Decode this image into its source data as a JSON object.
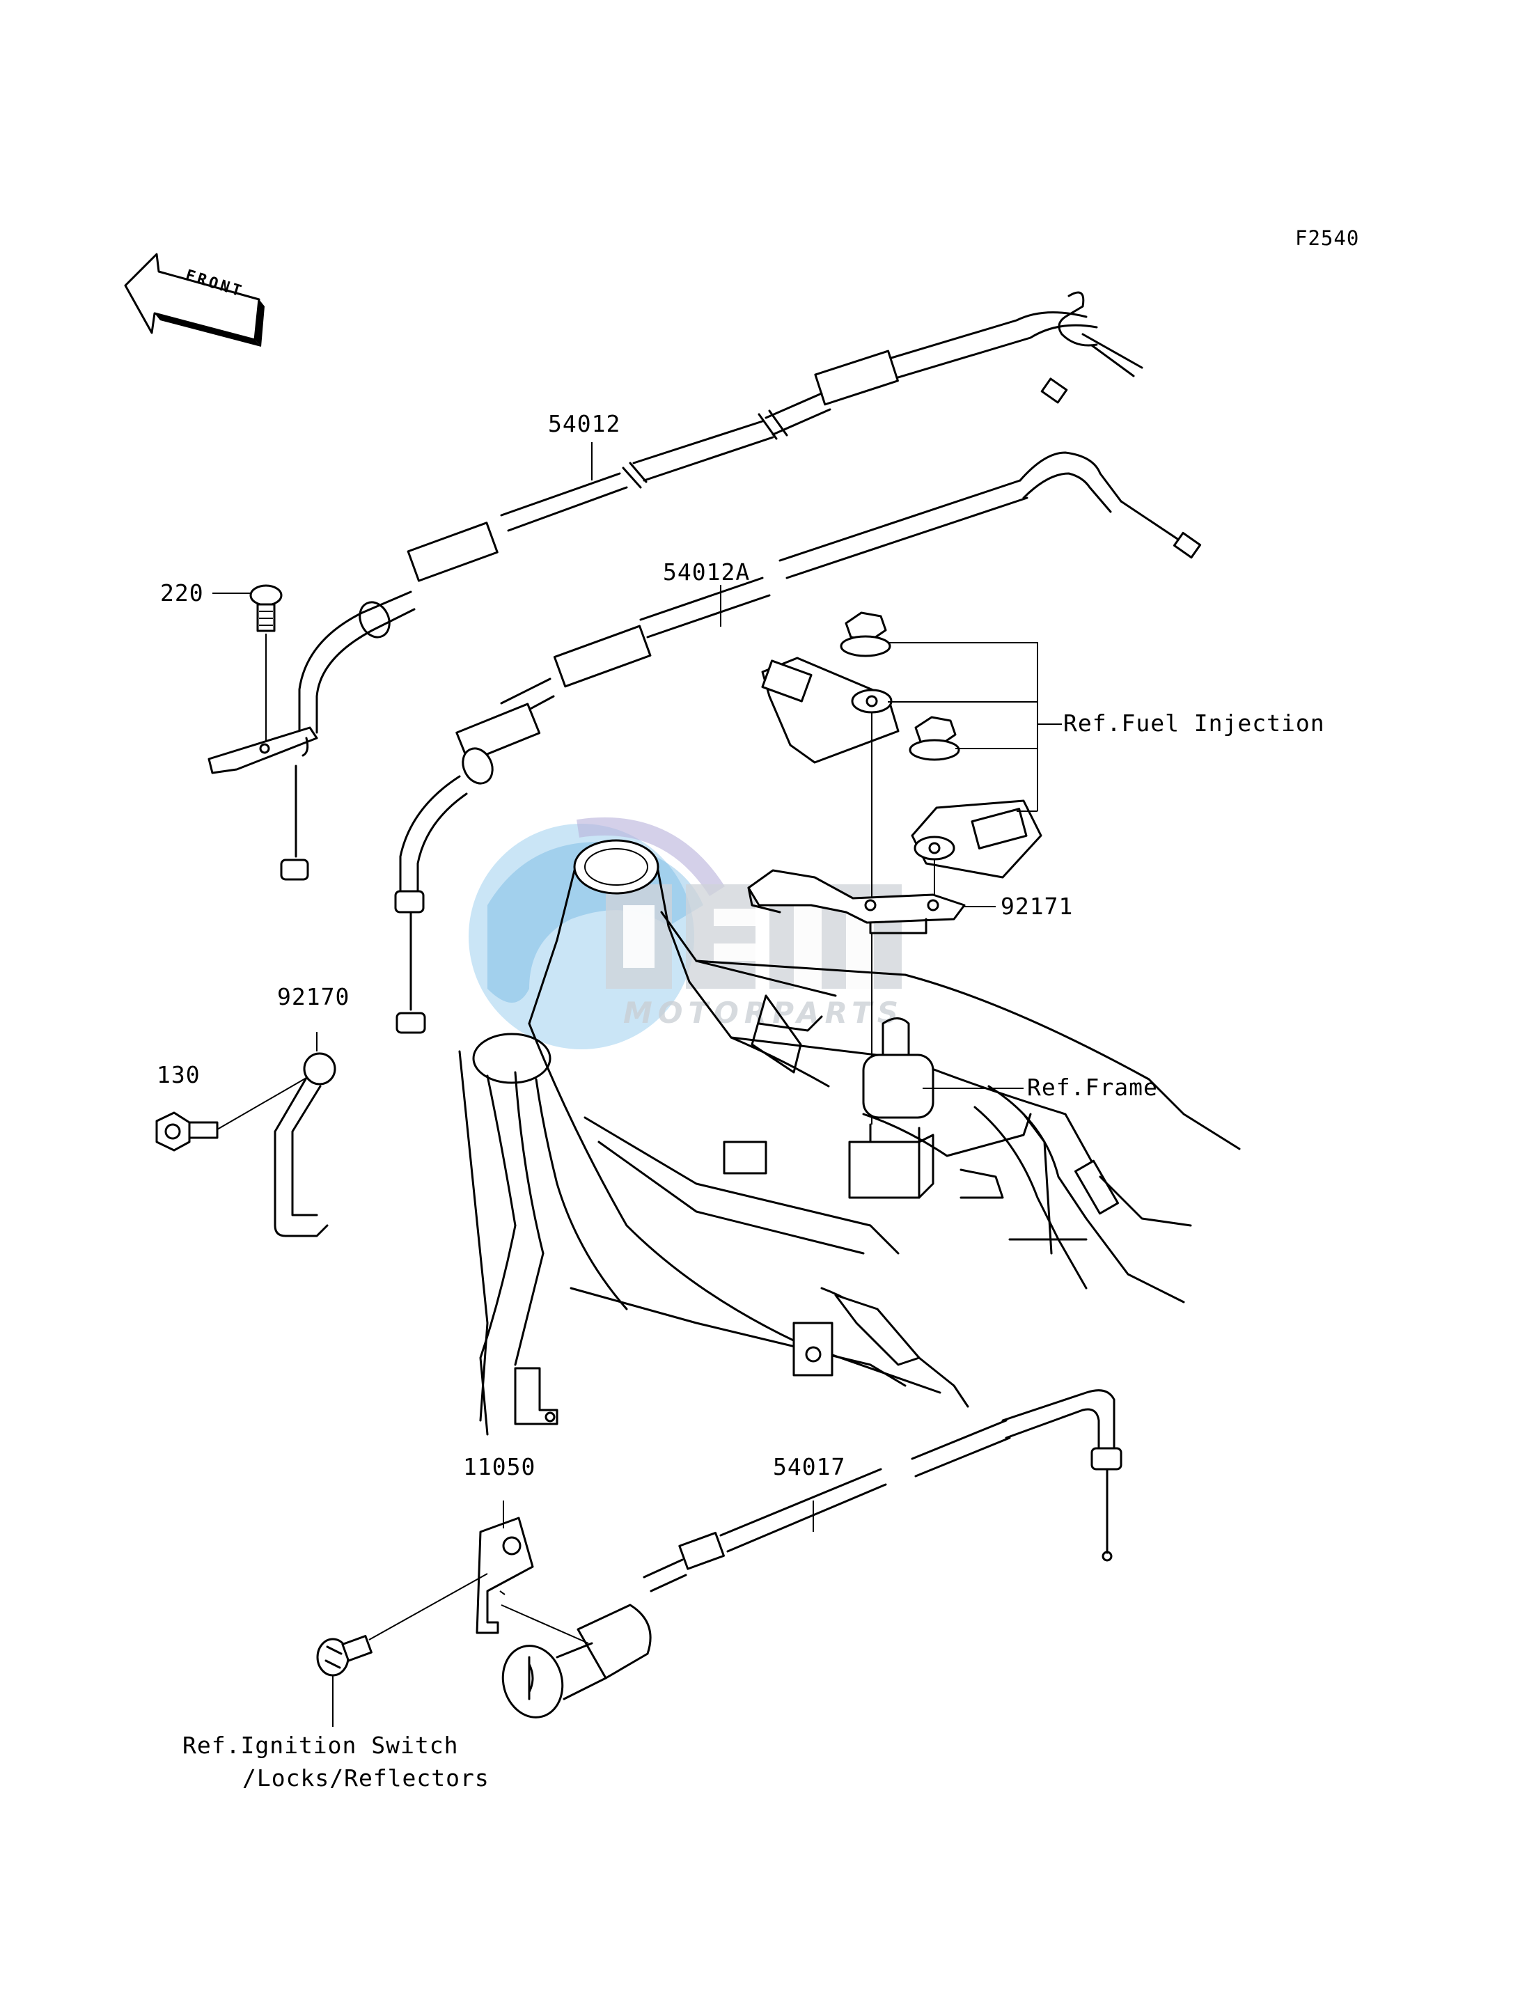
{
  "diagram": {
    "figure_code": "F2540",
    "front_label": "FRONT",
    "watermark": {
      "logo_text": "OEM",
      "sub_text": "MOTORPARTS",
      "colors": {
        "globe": "#8fc4e8",
        "arc": "#b9b0d8",
        "letters": "#c9ced3"
      }
    },
    "parts": [
      {
        "id": "54012",
        "label": "54012"
      },
      {
        "id": "54012A",
        "label": "54012A"
      },
      {
        "id": "220",
        "label": "220"
      },
      {
        "id": "92170",
        "label": "92170"
      },
      {
        "id": "130",
        "label": "130"
      },
      {
        "id": "92171",
        "label": "92171"
      },
      {
        "id": "11050",
        "label": "11050"
      },
      {
        "id": "54017",
        "label": "54017"
      }
    ],
    "references": {
      "fuel_injection": "Ref.Fuel Injection",
      "frame": "Ref.Frame",
      "ignition_line1": "Ref.Ignition Switch",
      "ignition_line2": "/Locks/Reflectors"
    }
  }
}
